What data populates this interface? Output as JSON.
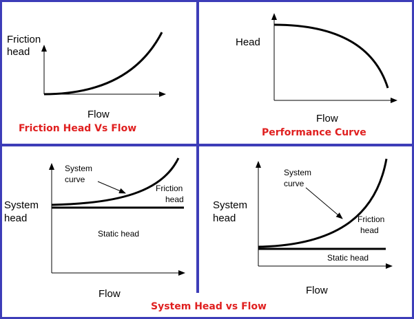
{
  "colors": {
    "border": "#3d3db8",
    "caption": "#e02020",
    "ink": "#000000",
    "background": "#ffffff"
  },
  "panels": {
    "friction": {
      "y_label": [
        "Friction",
        "head"
      ],
      "x_label": "Flow",
      "caption": "Friction Head Vs Flow"
    },
    "performance": {
      "y_label": "Head",
      "x_label": "Flow",
      "caption": "Performance Curve"
    },
    "system_left": {
      "y_label": [
        "System",
        "head"
      ],
      "x_label": "Flow",
      "annotation_system": [
        "System",
        "curve"
      ],
      "annotation_friction": [
        "Friction",
        "head"
      ],
      "annotation_static": "Static head"
    },
    "system_right": {
      "y_label": [
        "System",
        "head"
      ],
      "x_label": "Flow",
      "annotation_system": [
        "System",
        "curve"
      ],
      "annotation_friction": [
        "Friction",
        "head"
      ],
      "annotation_static": "Static head"
    }
  },
  "bottom_caption": "System Head vs Flow"
}
